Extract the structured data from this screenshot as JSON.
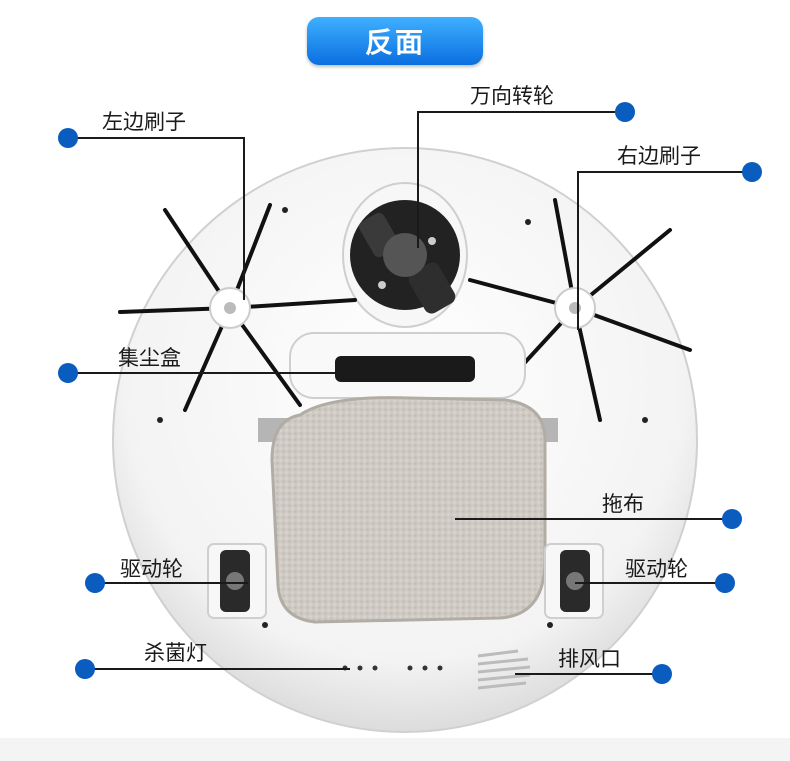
{
  "title": "反面",
  "labels": {
    "caster_wheel": "万向转轮",
    "left_brush": "左边刷子",
    "right_brush": "右边刷子",
    "dust_box": "集尘盒",
    "mop": "拖布",
    "drive_wheel_left": "驱动轮",
    "drive_wheel_right": "驱动轮",
    "uv_lamp": "杀菌灯",
    "exhaust": "排风口"
  },
  "colors": {
    "accent": "#0a5cbf",
    "leader_line": "#1a1a1a",
    "robot_body": "#f2f2f2",
    "mop": "#cfcbc4",
    "brush_bristle": "#111111"
  },
  "icons": {
    "dot": "callout-dot-icon"
  }
}
